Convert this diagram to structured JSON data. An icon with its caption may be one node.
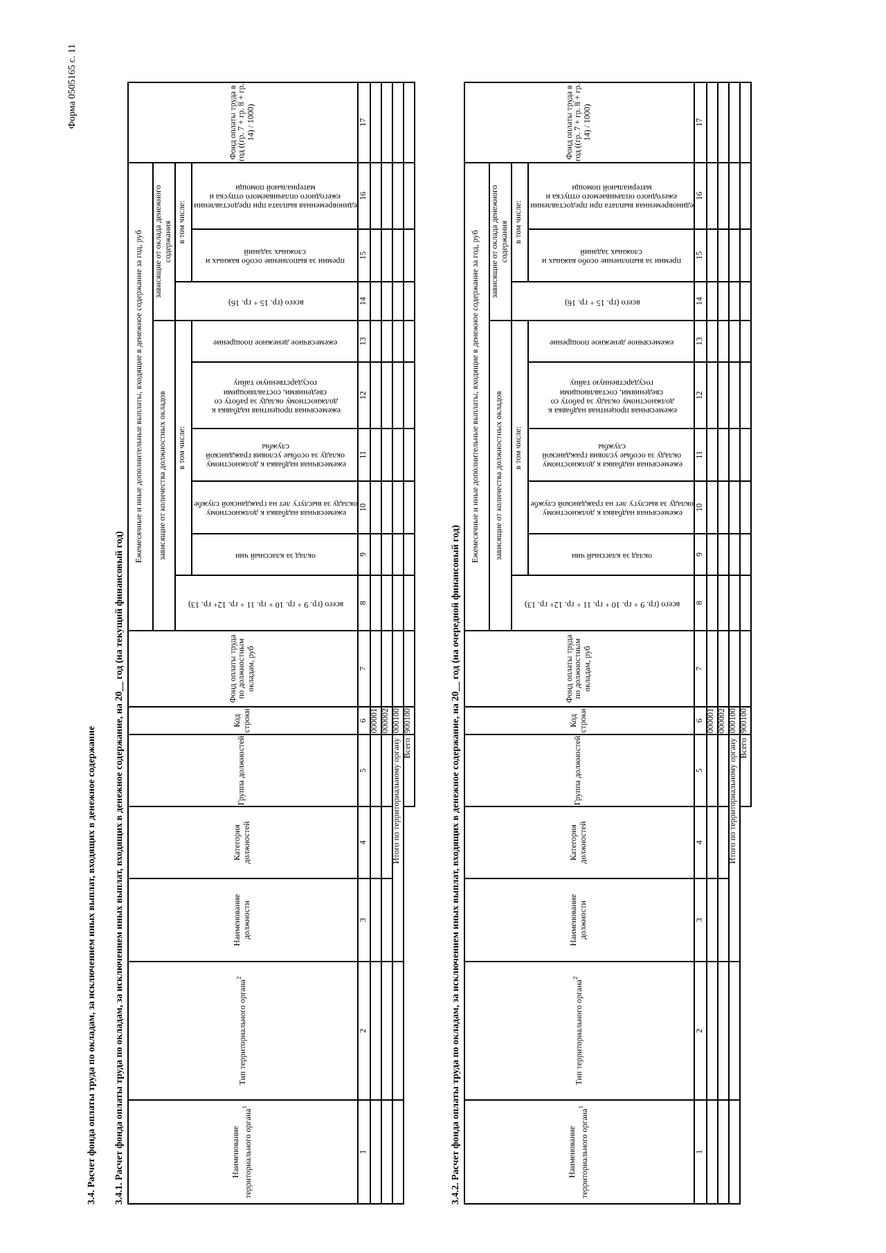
{
  "diagram": {
    "title": "3.4. Расчет фонда оплаты труда по окладам, за исключением иных выплат, входящих в денежное содержание",
    "labels": [
      "Форма 0505165 с. 11",
      "3.4.1. Расчет фонда оплаты труда по окладам, за исключением иных выплат, входящих в денежное содержание, на 20__ год (на текущий финансовый год)",
      "Наименование территориального органа$^{1}$",
      "Тип территориального органа$^{2}$",
      "Наименование должности",
      "Категория должностей",
      "Группа должностей",
      "Код строки",
      "Фонд оплаты труда по должностным окладам, руб",
      "Ежемесячные и иные дополнительные выплаты, входящие в денежное содержание за год, руб",
      "Фонд оплаты труда в год ((гр. 7 + гр. 8 + гр. 14) / 1000)",
      "зависящие от количества должностных окладов",
      "зависящие от оклада денежного содержания",
      "всего (гр. 9 + гр. 10 + гр. 11 + гр. 12+ гр. 13)",
      "в том числе:",
      "всего (гр. 15 + гр. 16)",
      "в том числе:",
      "оклад за классный чин",
      "ежемесячная надбавка к должностному окладу за выслугу лет на гражданской службе",
      "ежемесячная надбавка к должностному окладу за особые условия гражданской службы",
      "ежемесячная процентная надбавка к должностному окладу за работу со сведениями, составляющими государственную тайну",
      "ежемесячное денежное поощрение",
      "премии за выполнение особо важных и сложных заданий",
      "единовременная выплата при предоставлении ежегодного оплачиваемого отпуска и материальной помощи",
      "1",
      "2",
      "3",
      "4",
      "5",
      "6",
      "7",
      "8",
      "9",
      "10",
      "11",
      "12",
      "13",
      "14",
      "15",
      "16",
      "17",
      "000001",
      "000002",
      "Итого по территориальному органу",
      "000100",
      "Всего",
      "900100",
      "3.4.2. Расчет фонда оплаты труда по окладам, за исключением иных выплат, входящих в денежное содержание, на 20__ год (на очередной финансовый год)",
      "Наименование территориального органа$^{1}$",
      "Тип территориального органа$^{2}$",
      "Наименование должности",
      "Категория должностей",
      "Группа должностей",
      "Код строки",
      "Фонд оплаты труда по должностным окладам, руб",
      "Ежемесячные и иные дополнительные выплаты, входящие в денежное содержание за год, руб",
      "Фонд оплаты труда в год ((гр. 7 + гр. 8 + гр. 14) / 1000)",
      "зависящие от количества должностных окладов",
      "зависящие от оклада денежного содержания",
      "всего (гр. 9 + гр. 10 + гр. 11 + гр. 12+ гр. 13)",
      "в том числе:",
      "всего (гр. 15 + гр. 16)",
      "в том числе:",
      "оклад за классный чин",
      "ежемесячная надбавка к должностному окладу за выслугу лет на гражданской службе",
      "ежемесячная надбавка к должностному окладу за особые условия гражданской службы",
      "ежемесячная процентная надбавка к должностному окладу за работу со сведениями, составляющими государственную тайну",
      "ежемесячное денежное поощрение",
      "премии за выполнение особо важных и сложных заданий",
      "единовременная выплата при предоставлении ежегодного оплачиваемого отпуска и материальной помощи",
      "1",
      "2",
      "3",
      "4",
      "5",
      "6",
      "7",
      "8",
      "9",
      "10",
      "11",
      "12",
      "13",
      "14",
      "15",
      "16",
      "17",
      "000001",
      "000002",
      "Итого по территориальному органу",
      "000100",
      "Всего",
      "900100"
    ]
  }
}
